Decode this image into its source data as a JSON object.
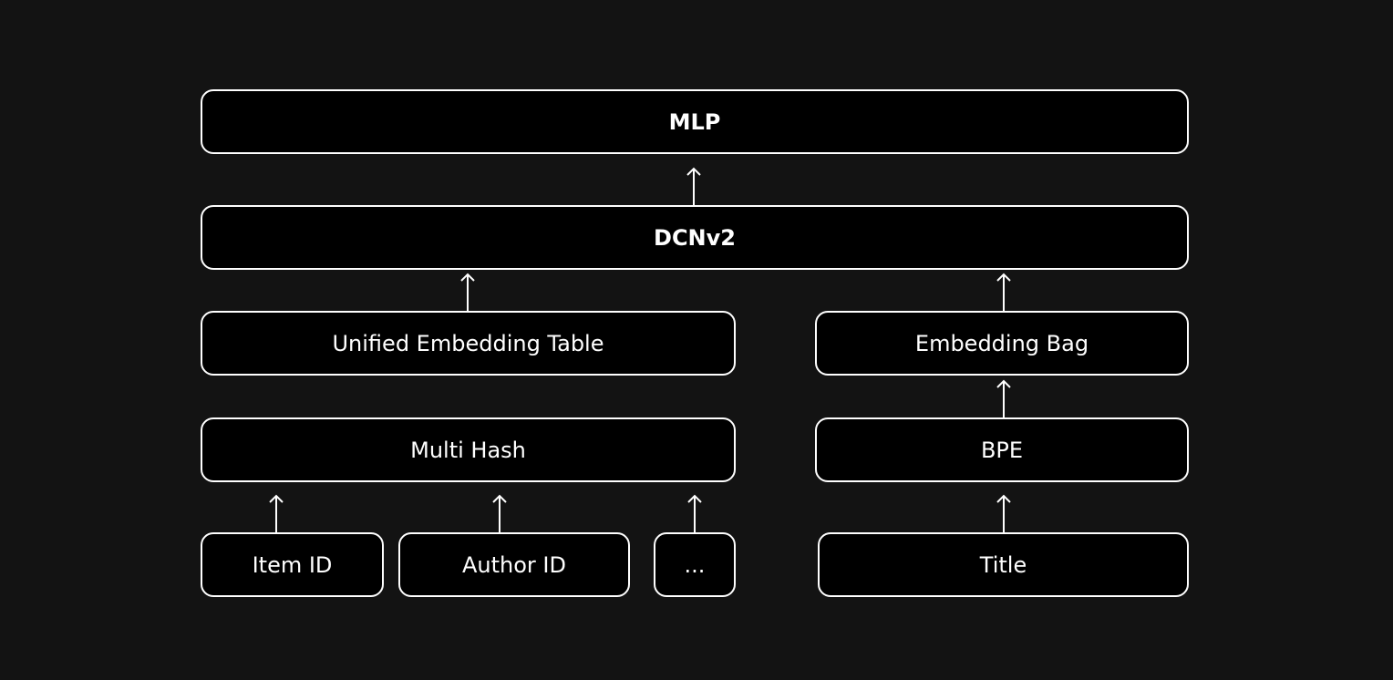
{
  "colors": {
    "background": "#131313",
    "node_fill": "#000000",
    "stroke": "#ffffff",
    "text": "#ffffff"
  },
  "nodes": {
    "mlp": "MLP",
    "dcnv2": "DCNv2",
    "unified_embedding_table": "Unified Embedding Table",
    "embedding_bag": "Embedding Bag",
    "multi_hash": "Multi Hash",
    "bpe": "BPE",
    "item_id": "Item ID",
    "author_id": "Author ID",
    "ellipsis": "...",
    "title": "Title"
  },
  "edges": [
    {
      "from": "dcnv2",
      "to": "mlp"
    },
    {
      "from": "unified_embedding_table",
      "to": "dcnv2"
    },
    {
      "from": "embedding_bag",
      "to": "dcnv2"
    },
    {
      "from": "bpe",
      "to": "embedding_bag"
    },
    {
      "from": "item_id",
      "to": "multi_hash"
    },
    {
      "from": "author_id",
      "to": "multi_hash"
    },
    {
      "from": "ellipsis",
      "to": "multi_hash"
    },
    {
      "from": "title",
      "to": "bpe"
    }
  ]
}
